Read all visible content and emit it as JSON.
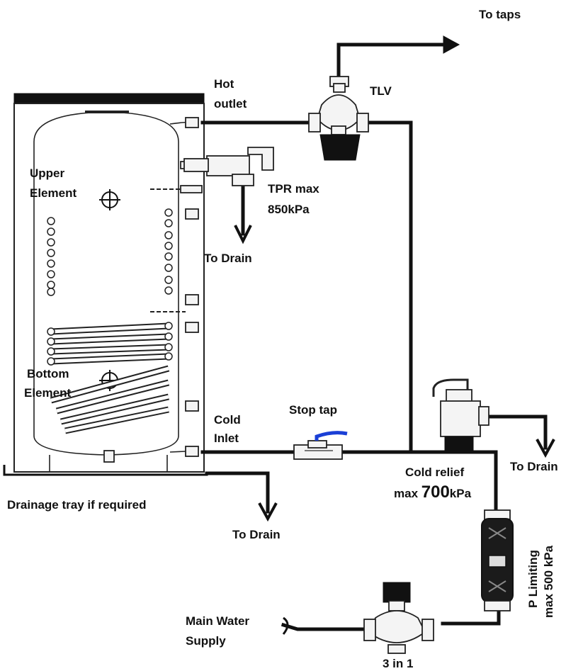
{
  "labels": {
    "to_taps": "To taps",
    "hot_outlet_line1": "Hot",
    "hot_outlet_line2": "outlet",
    "tlv": "TLV",
    "upper_element_line1": "Upper",
    "upper_element_line2": "Element",
    "tpr_line1": "TPR max",
    "tpr_line2": "850kPa",
    "to_drain_tpr": "To Drain",
    "bottom_element_line1": "Bottom",
    "bottom_element_line2": "Element",
    "cold_inlet_line1": "Cold",
    "cold_inlet_line2": "Inlet",
    "stop_tap": "Stop tap",
    "to_drain_cold_relief": "To Drain",
    "cold_relief_line1": "Cold relief",
    "cold_relief_prefix": "max ",
    "cold_relief_value": "700",
    "cold_relief_unit": "kPa",
    "drainage_tray": "Drainage tray if required",
    "to_drain_tray": "To Drain",
    "p_limiting_line1": "P Limiting",
    "p_limiting_line2": "max 500 kPa",
    "main_water_line1": "Main Water",
    "main_water_line2": "Supply",
    "three_in_one": "3 in 1"
  },
  "colors": {
    "line": "#111111",
    "stop_tap_handle": "#1a3fd6",
    "tank_fill": "#ffffff",
    "background": "#ffffff"
  },
  "icons": {
    "tank": "hot-water-cylinder-icon",
    "tlv": "tempering-valve-icon",
    "tpr": "tpr-valve-icon",
    "cold_relief": "cold-relief-valve-icon",
    "stop_tap": "stop-tap-valve-icon",
    "p_limiting": "pressure-limiting-valve-icon",
    "three_in_one": "three-in-one-valve-icon"
  }
}
